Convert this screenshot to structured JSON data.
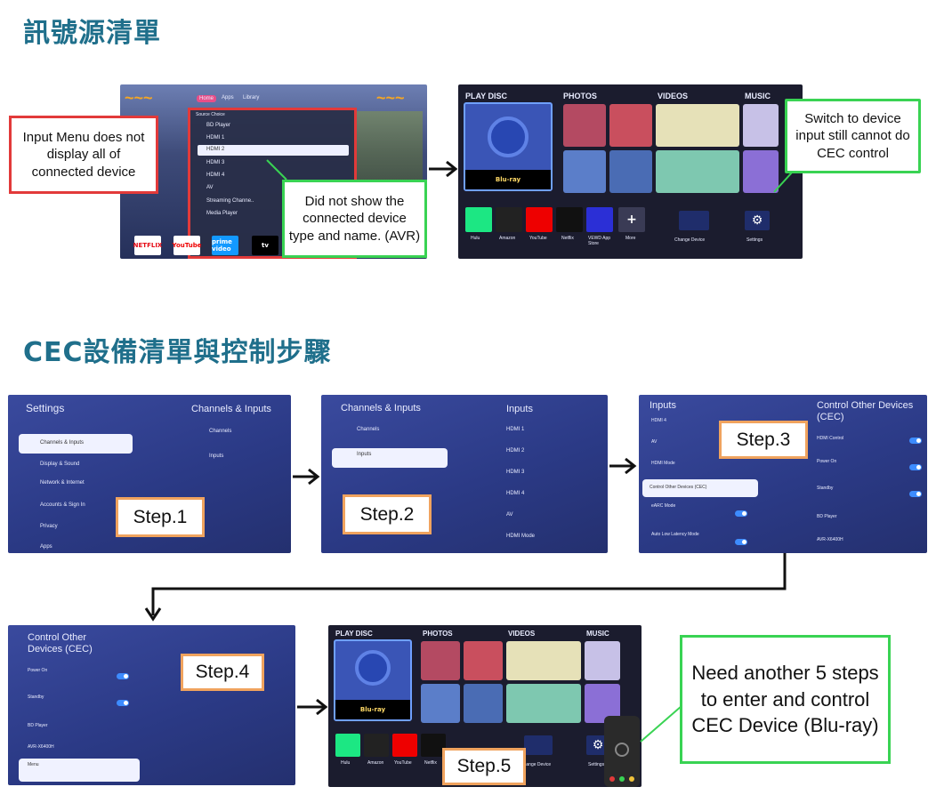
{
  "heading1": "訊號源清單",
  "heading2": "CEC設備清單與控制步驟",
  "callouts": {
    "input_menu": "Input Menu does not display all of connected device",
    "not_shown": "Did not show the connected device type and name. (AVR)",
    "switch_cec": "Switch to device input still cannot do CEC control",
    "need_steps": "Need another 5 steps to enter and control CEC Device (Blu-ray)"
  },
  "steps": [
    "Step.1",
    "Step.2",
    "Step.3",
    "Step.4",
    "Step.5"
  ],
  "source_menu": {
    "tabs": [
      "Home",
      "Apps",
      "Library"
    ],
    "title": "Source Choice",
    "items": [
      "BD Player",
      "HDMI 1",
      "HDMI 2",
      "HDMI 3",
      "HDMI 4",
      "AV",
      "Streaming Channe..",
      "Media Player"
    ],
    "apps": [
      "NETFLIX",
      "YouTube",
      "prime video",
      "tv"
    ]
  },
  "media_home": {
    "sections": [
      "PLAY DISC",
      "PHOTOS",
      "VIDEOS",
      "MUSIC"
    ],
    "disc_label": "Blu-ray",
    "apps": [
      "Hulu",
      "Amazon",
      "YouTube",
      "Netflix",
      "VEWD App Store",
      "More",
      "Change Device",
      "Settings"
    ]
  },
  "settings": {
    "title": "Settings",
    "items": [
      "Channels & Inputs",
      "Display & Sound",
      "Network & Internet",
      "Accounts & Sign In",
      "Privacy",
      "Apps"
    ],
    "right_title": "Channels & Inputs",
    "right_items": [
      "Channels",
      "Inputs"
    ]
  },
  "channels_inputs": {
    "title": "Channels & Inputs",
    "items": [
      "Channels",
      "Inputs"
    ],
    "right_title": "Inputs",
    "right_items": [
      "HDMI 1",
      "HDMI 2",
      "HDMI 3",
      "HDMI 4",
      "AV",
      "HDMI Mode"
    ]
  },
  "inputs": {
    "title": "Inputs",
    "items": [
      "HDMI 4",
      "AV",
      "HDMI Mode",
      "Control Other Devices (CEC)",
      "eARC Mode",
      "Auto Low Latency Mode"
    ],
    "right_title": "Control Other Devices (CEC)",
    "right_items": [
      "HDMI Control",
      "Power On",
      "Standby",
      "BD Player",
      "AVR-X6400H"
    ]
  },
  "cec": {
    "title": "Control Other Devices (CEC)",
    "items": [
      "Power On",
      "Standby",
      "BD Player",
      "AVR-X6400H",
      "Menu"
    ]
  }
}
